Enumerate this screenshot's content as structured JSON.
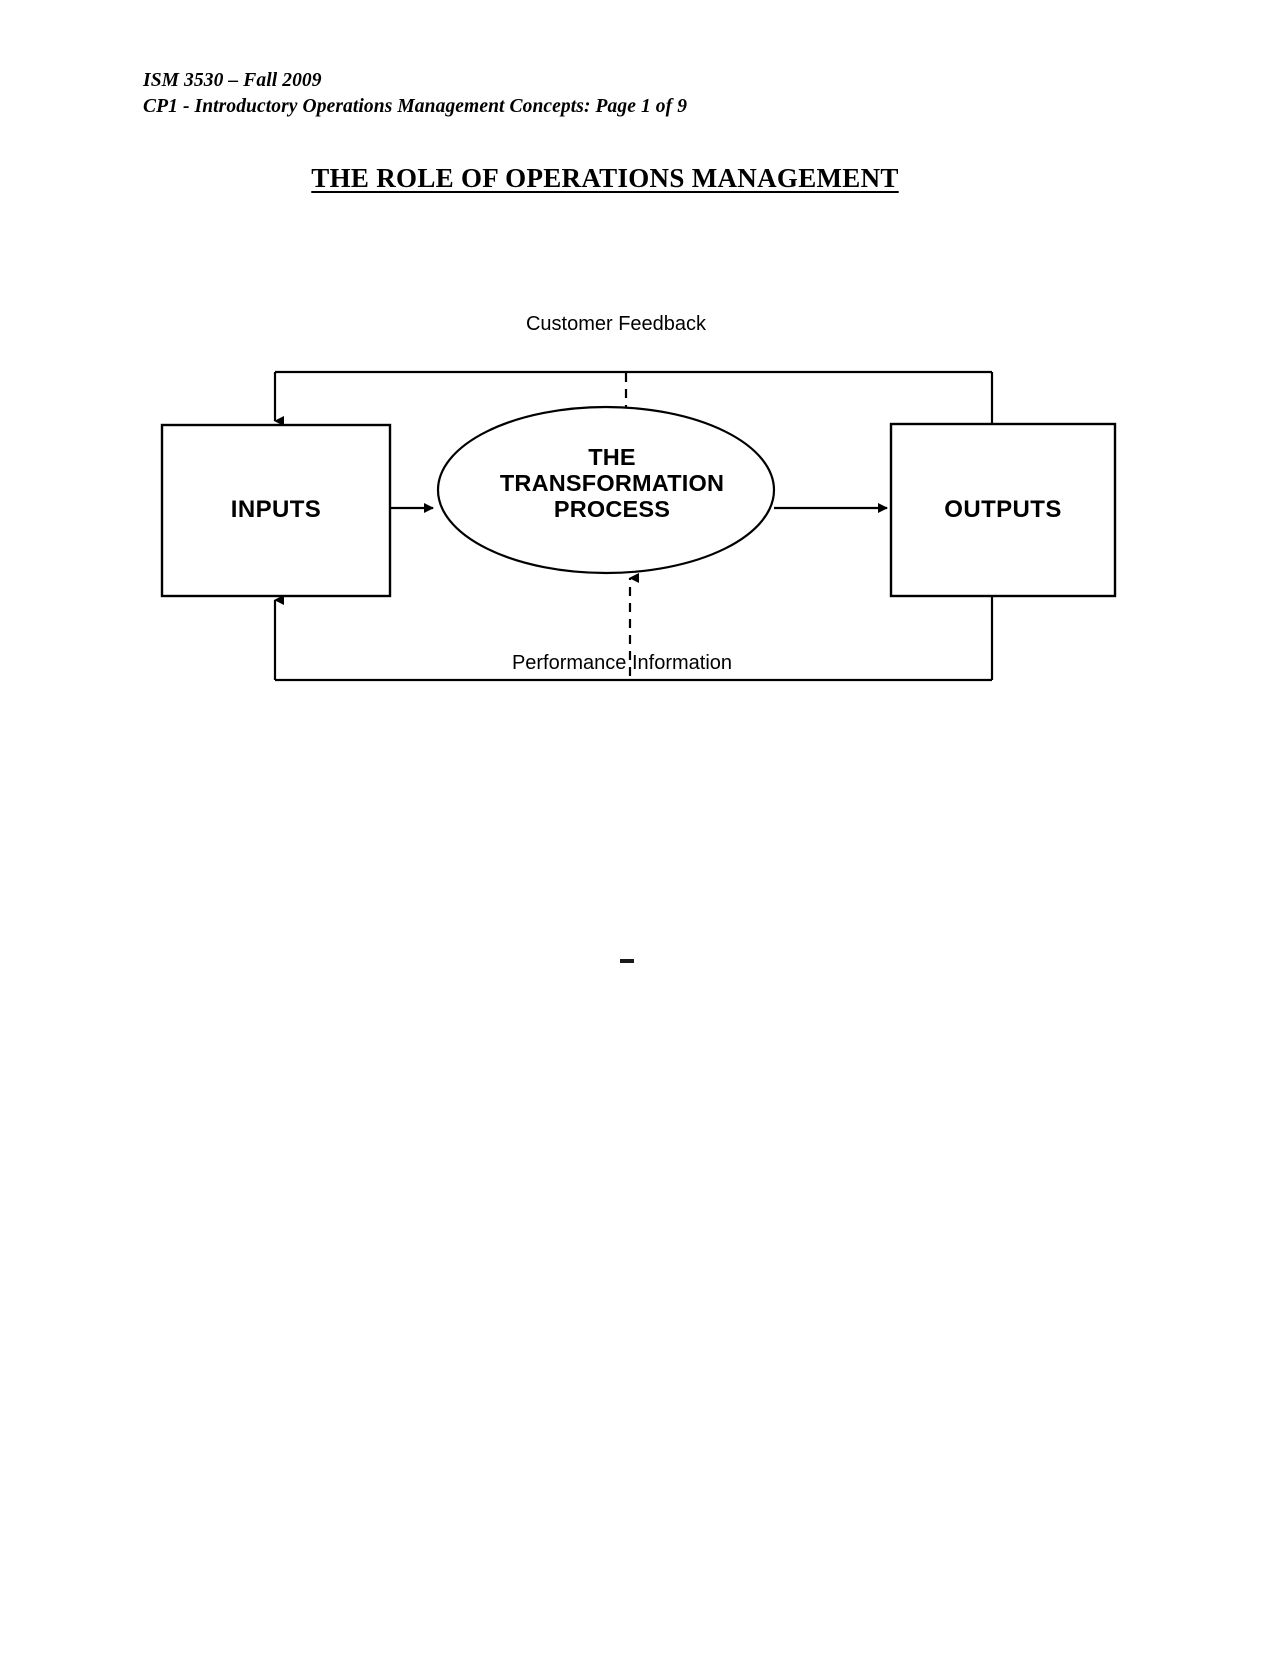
{
  "document": {
    "header_lines": [
      "ISM 3530 – Fall 2009",
      "CP1 - Introductory Operations Management Concepts: Page 1 of 9"
    ],
    "course_code": "ISM 3530",
    "term": "Fall 2009",
    "assignment": "CP1 - Introductory Operations Management Concepts",
    "page_label": "Page 1 of 9",
    "title": "THE ROLE OF OPERATIONS MANAGEMENT"
  },
  "diagram": {
    "type": "process-flow",
    "nodes": {
      "inputs": {
        "label": "INPUTS",
        "shape": "rectangle"
      },
      "transformation": {
        "label_lines": [
          "THE",
          "TRANSFORMATION",
          "PROCESS"
        ],
        "shape": "ellipse"
      },
      "outputs": {
        "label": "OUTPUTS",
        "shape": "rectangle"
      }
    },
    "captions": {
      "customer_feedback": "Customer Feedback",
      "performance_information": "Performance Information"
    },
    "colors": {
      "stroke": "#000000",
      "fill": "#ffffff",
      "text": "#000000"
    }
  },
  "artifacts": {
    "stray_mark": "-"
  }
}
